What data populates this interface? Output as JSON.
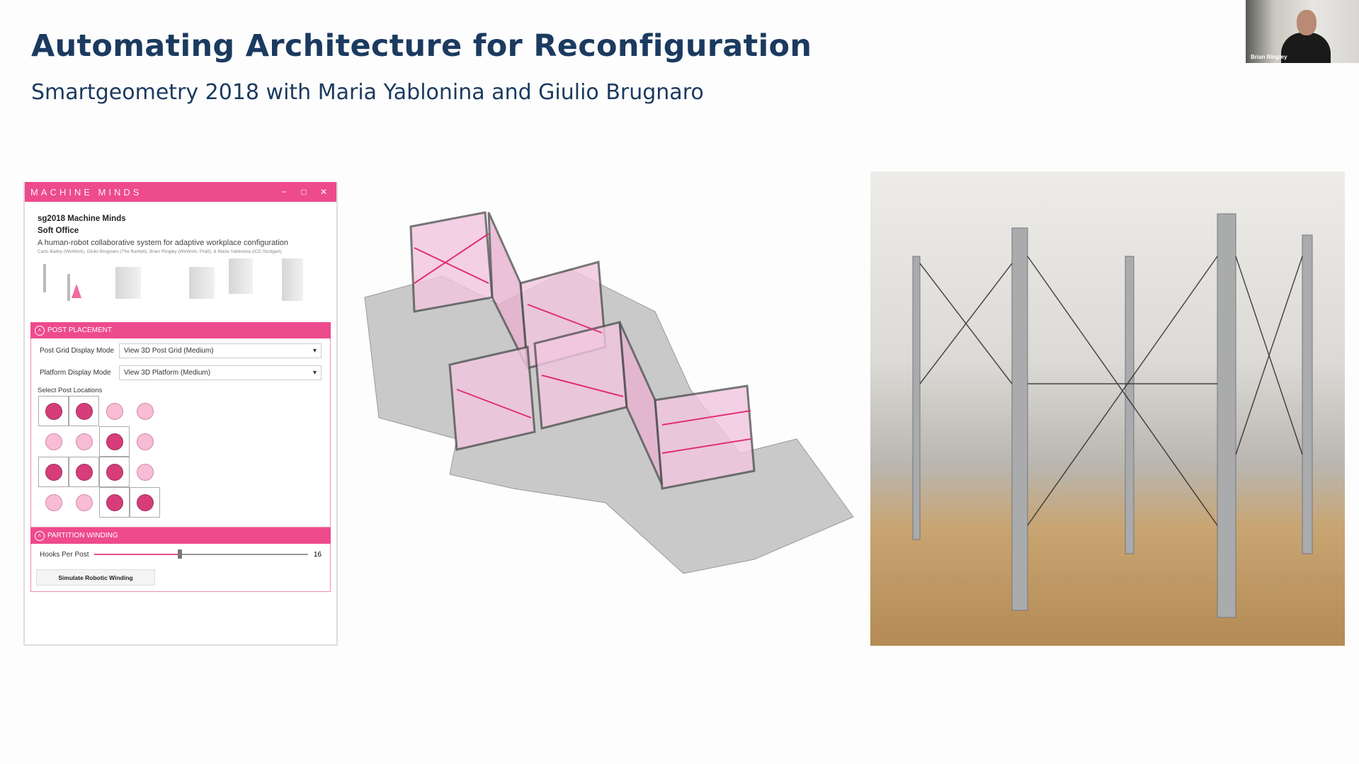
{
  "slide": {
    "title": "Automating Architecture for Reconfiguration",
    "subtitle": "Smartgeometry 2018 with Maria Yablonina and Giulio Brugnaro"
  },
  "webcam": {
    "name": "Brian Ringley"
  },
  "app": {
    "window_title": "MACHINE MINDS",
    "heading1": "sg2018 Machine Minds",
    "heading2": "Soft Office",
    "description": "A human-robot collaborative system for adaptive workplace configuration",
    "credits": "Carlo Bailey (WeWork), Giulio Brugnaro (The Bartlett), Brian Ringley (WeWork, Pratt), & Maria Yablonina (ICD Stuttgart)",
    "accent": "#ee4a8e",
    "post_placement": {
      "header": "POST PLACEMENT",
      "grid_mode_label": "Post Grid Display Mode",
      "grid_mode_value": "View 3D Post Grid (Medium)",
      "platform_mode_label": "Platform Display Mode",
      "platform_mode_value": "View 3D Platform (Medium)",
      "select_label": "Select Post Locations",
      "grid": [
        [
          1,
          1,
          0,
          0
        ],
        [
          0,
          0,
          1,
          0
        ],
        [
          1,
          1,
          1,
          0
        ],
        [
          0,
          0,
          1,
          1
        ]
      ]
    },
    "partition_winding": {
      "header": "PARTITION WINDING",
      "hooks_label": "Hooks Per Post",
      "hooks_value": "16",
      "slider_fraction": 0.4,
      "simulate_button": "Simulate Robotic Winding"
    }
  }
}
